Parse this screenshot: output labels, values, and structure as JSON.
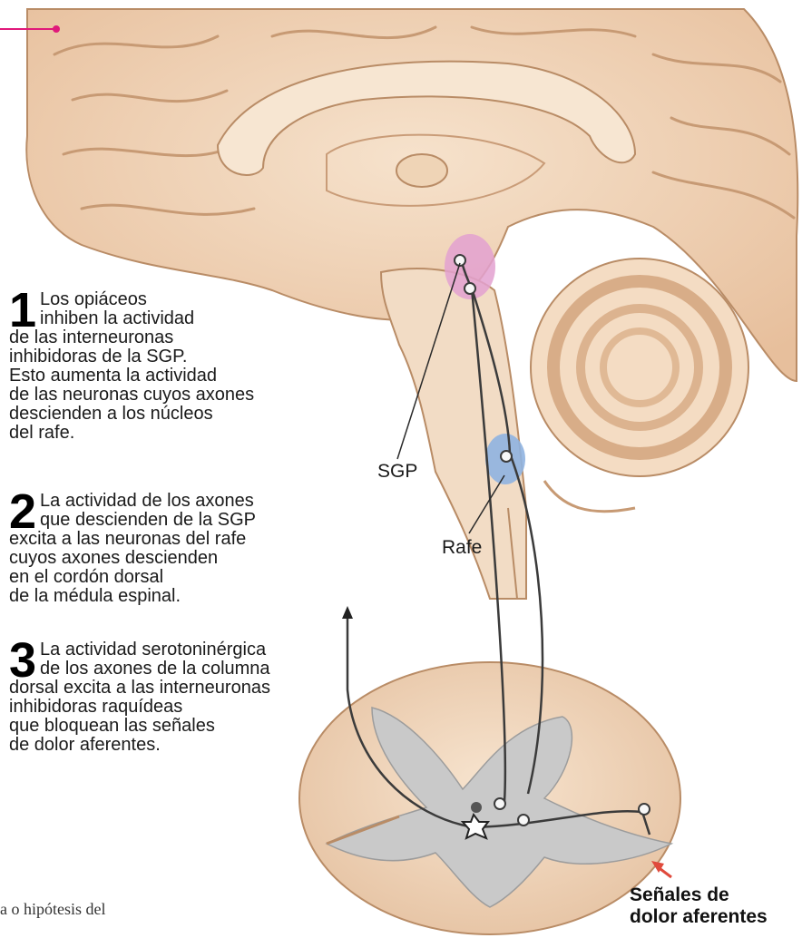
{
  "steps": [
    {
      "number": "1",
      "lines": [
        "Los opiáceos",
        "inhiben la actividad",
        "de las interneuronas",
        "inhibidoras de la SGP.",
        "Esto aumenta la actividad",
        "de las neuronas cuyos axones",
        "descienden a los núcleos",
        "del rafe."
      ]
    },
    {
      "number": "2",
      "lines": [
        "La actividad de los axones",
        "que descienden de la SGP",
        "excita a las neuronas del rafe",
        "cuyos axones descienden",
        "en el cordón dorsal",
        "de la médula espinal."
      ]
    },
    {
      "number": "3",
      "lines": [
        "La actividad serotoninérgica",
        "de los axones de la columna",
        "dorsal excita a las interneuronas",
        "inhibidoras raquídeas",
        "que bloquean las señales",
        "de dolor aferentes."
      ]
    }
  ],
  "labels": {
    "sgp": "SGP",
    "rafe": "Rafe",
    "afferent_line1": "Señales de",
    "afferent_line2": "dolor aferentes"
  },
  "caption_fragment": "a o hipótesis del",
  "colors": {
    "brain_fill": "#f3d9be",
    "brain_shadow": "#e2b48e",
    "sgp_highlight": "#e3a1d0",
    "rafe_highlight": "#8fb3e0",
    "spinal_gray": "#c9c9c9",
    "leader_magenta": "#e0197a",
    "arrow_red": "#e04a3c"
  }
}
